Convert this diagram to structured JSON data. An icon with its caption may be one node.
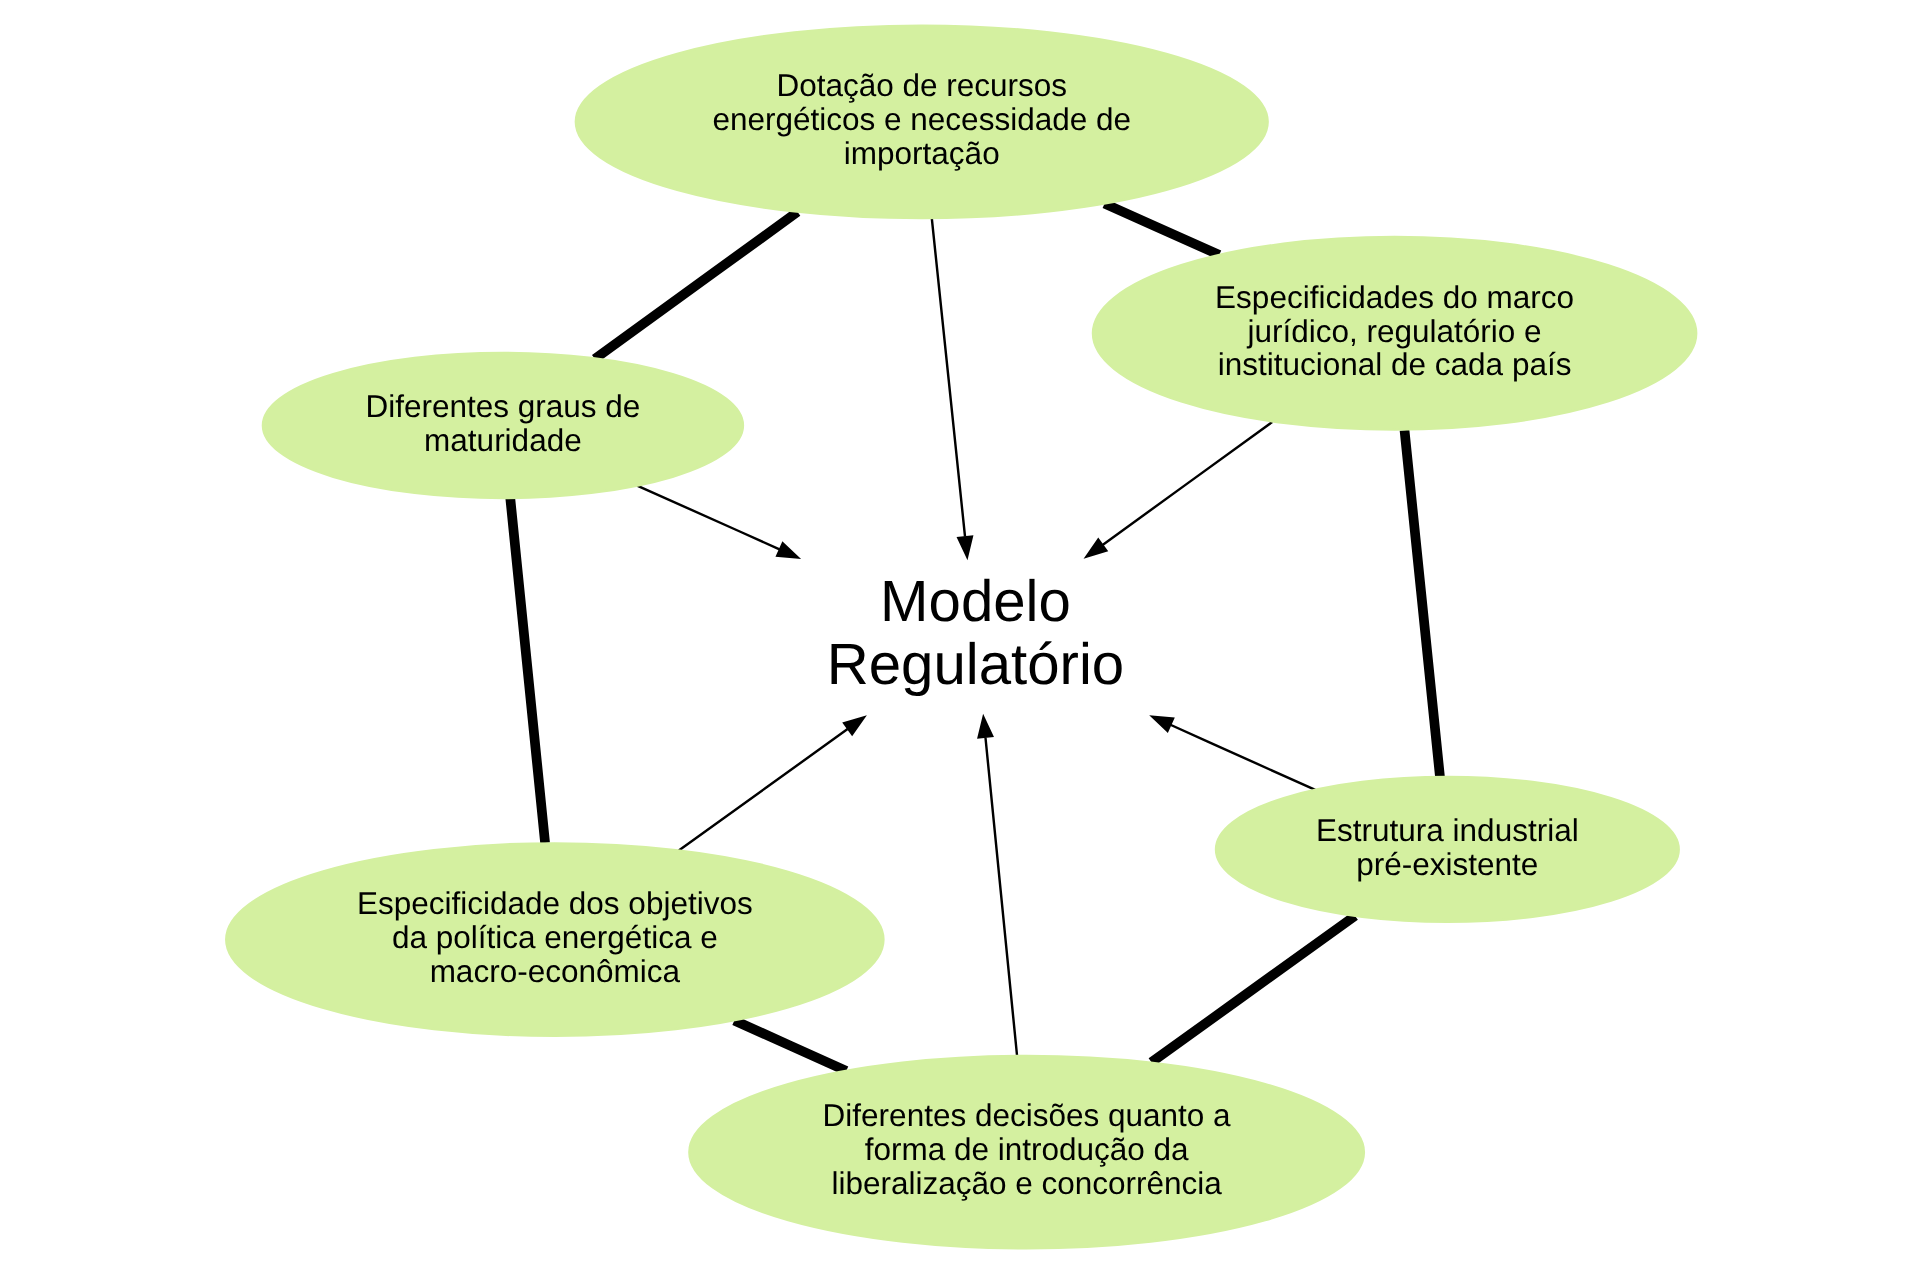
{
  "diagram": {
    "nodes": [
      {
        "text": [
          "Dotação de recursos energéticos e necessidade de importação"
        ]
      },
      {
        "text": [
          "Especificidades do marco jurídico, regulatório e institucional de cada país"
        ]
      },
      {
        "text": [
          "Diferentes graus de maturidade"
        ]
      },
      {
        "text": [
          "Modelo Regulatório"
        ]
      },
      {
        "text": [
          "Estrutura industrial pré-existente"
        ]
      },
      {
        "text": [
          "Especificidade dos objetivos da política energética e macro-econômica"
        ]
      },
      {
        "text": [
          "Diferentes decisões quanto a forma de introdução da liberalização e concorrência"
        ]
      }
    ],
    "edges": [
      {
        "from": 0,
        "to": 3,
        "arrow": "to"
      },
      {
        "from": 1,
        "to": 3,
        "arrow": "to"
      },
      {
        "from": 2,
        "to": 3,
        "arrow": "to"
      },
      {
        "from": 4,
        "to": 3,
        "arrow": "to"
      },
      {
        "from": 5,
        "to": 3,
        "arrow": "to"
      },
      {
        "from": 6,
        "to": 3,
        "arrow": "to"
      },
      {
        "from": 0,
        "to": 1,
        "arrow": "none",
        "style": "thick"
      },
      {
        "from": 1,
        "to": 4,
        "arrow": "none",
        "style": "thick"
      },
      {
        "from": 4,
        "to": 6,
        "arrow": "none",
        "style": "thick"
      },
      {
        "from": 6,
        "to": 5,
        "arrow": "none",
        "style": "thick"
      },
      {
        "from": 5,
        "to": 2,
        "arrow": "none",
        "style": "thick"
      },
      {
        "from": 2,
        "to": 0,
        "arrow": "none",
        "style": "thick"
      }
    ]
  }
}
